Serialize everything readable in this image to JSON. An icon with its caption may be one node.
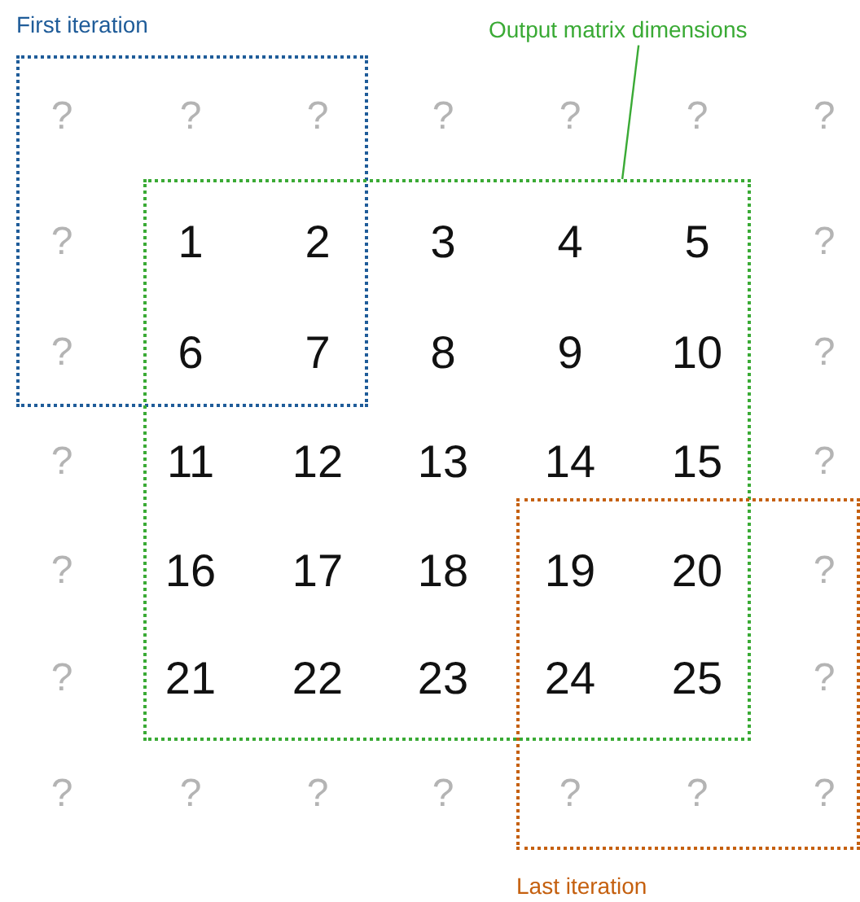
{
  "diagram": {
    "nodes": [
      {
        "text": [
          "First iteration"
        ]
      },
      {
        "text": [
          "Output matrix dimensions"
        ]
      },
      {
        "text": [],
        "shape": "box"
      },
      {
        "text": [
          "Last iteration"
        ]
      }
    ],
    "edges": [
      {
        "from": 1,
        "to": 2,
        "arrow": "none"
      }
    ],
    "labels": [
      "?",
      "?",
      "?",
      "?",
      "?",
      "?",
      "?",
      "?",
      "1",
      "2",
      "3",
      "4",
      "5",
      "?",
      "?",
      "6",
      "7",
      "8",
      "9",
      "10",
      "?",
      "?",
      "11",
      "12",
      "13",
      "14",
      "15",
      "?",
      "?",
      "16",
      "17",
      "18",
      "19",
      "20",
      "?",
      "?",
      "21",
      "22",
      "23",
      "24",
      "25",
      "?",
      "?",
      "?",
      "?",
      "?",
      "?",
      "?",
      "?"
    ]
  }
}
